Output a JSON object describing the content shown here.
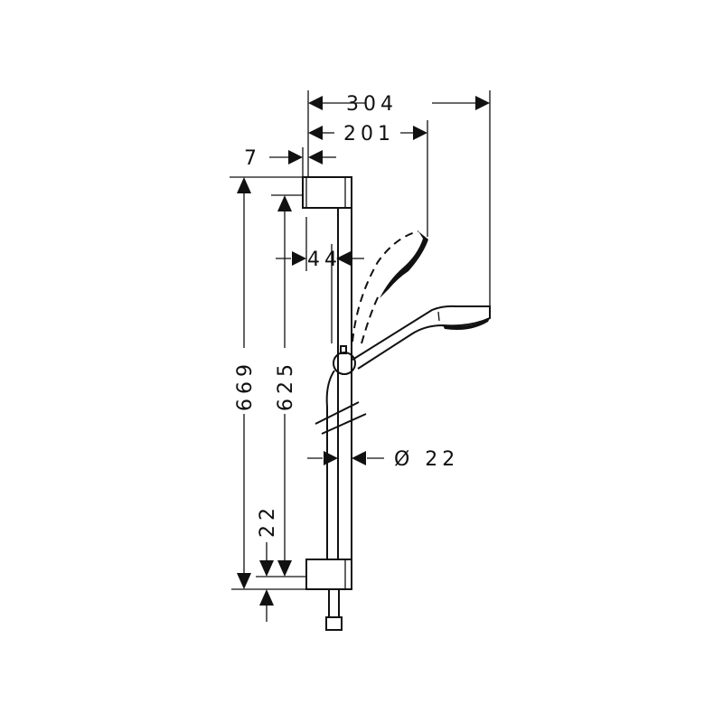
{
  "drawing": {
    "title": "Shower rail set dimension drawing",
    "background": "#ffffff",
    "line_color": "#111111",
    "dimensions": {
      "overall_reach": "304",
      "handshower_reach": "201",
      "wall_offset": "7",
      "rail_offset": "44",
      "total_height": "669",
      "rail_height": "625",
      "bottom_offset": "22",
      "rail_diameter": "Ø 22"
    }
  }
}
